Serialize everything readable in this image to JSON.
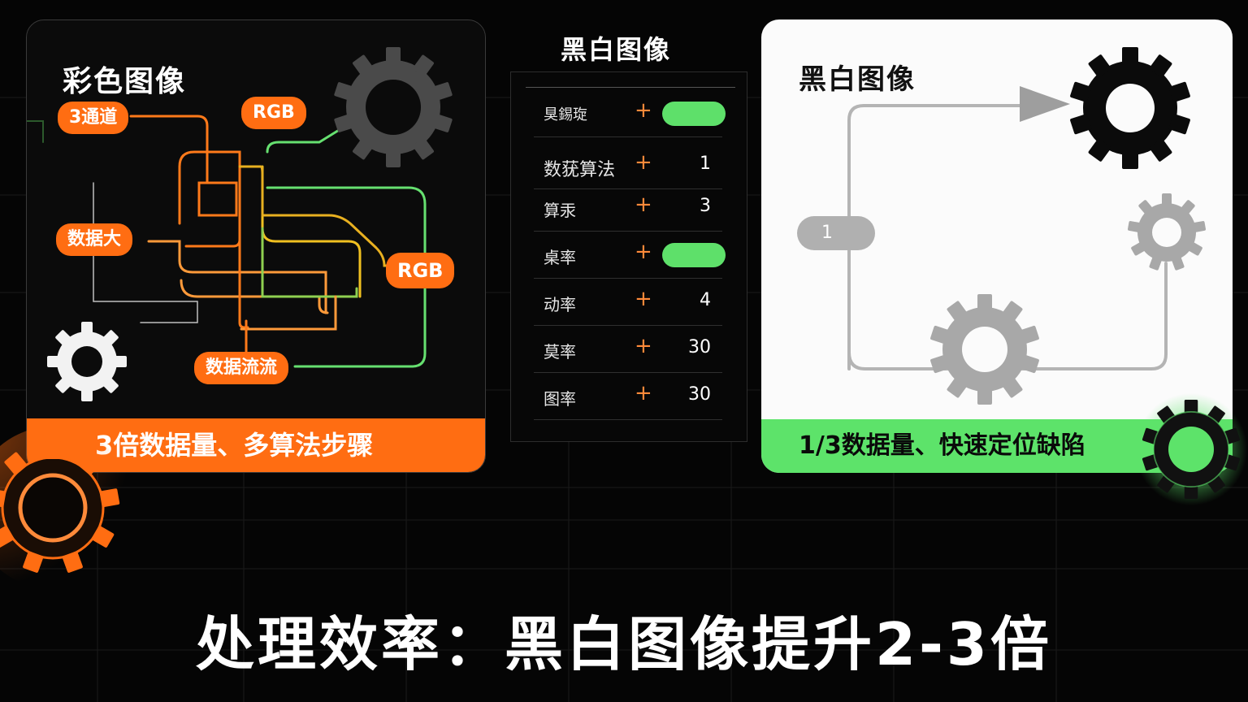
{
  "left_panel": {
    "title": "彩色图像",
    "tags": [
      "3通道",
      "RGB",
      "数据大",
      "RGB",
      "数据流流"
    ],
    "footer": "3倍数据量、多算法步骤"
  },
  "middle_panel": {
    "title": "黑白图像",
    "rows": [
      {
        "label": "狊錫琁",
        "value": "",
        "pill": true
      },
      {
        "label": "数莸算法",
        "value": "1",
        "pill": false
      },
      {
        "label": "算汞",
        "value": "3",
        "pill": false
      },
      {
        "label": "桌率",
        "value": "",
        "pill": true
      },
      {
        "label": "动率",
        "value": "4",
        "pill": false
      },
      {
        "label": "莫率",
        "value": "30",
        "pill": false
      },
      {
        "label": "图率",
        "value": "30",
        "pill": false
      }
    ],
    "plus_symbol": "+"
  },
  "right_panel": {
    "title": "黑白图像",
    "badge": "1",
    "footer": "1/3数据量、快速定位缺陷"
  },
  "headline": "处理效率：黑白图像提升2-3倍",
  "colors": {
    "orange": "#ff6d12",
    "green": "#5de36a",
    "gray_gear": "#a8a8a8"
  },
  "icons": [
    "gear-icon",
    "arrow-right-icon"
  ]
}
